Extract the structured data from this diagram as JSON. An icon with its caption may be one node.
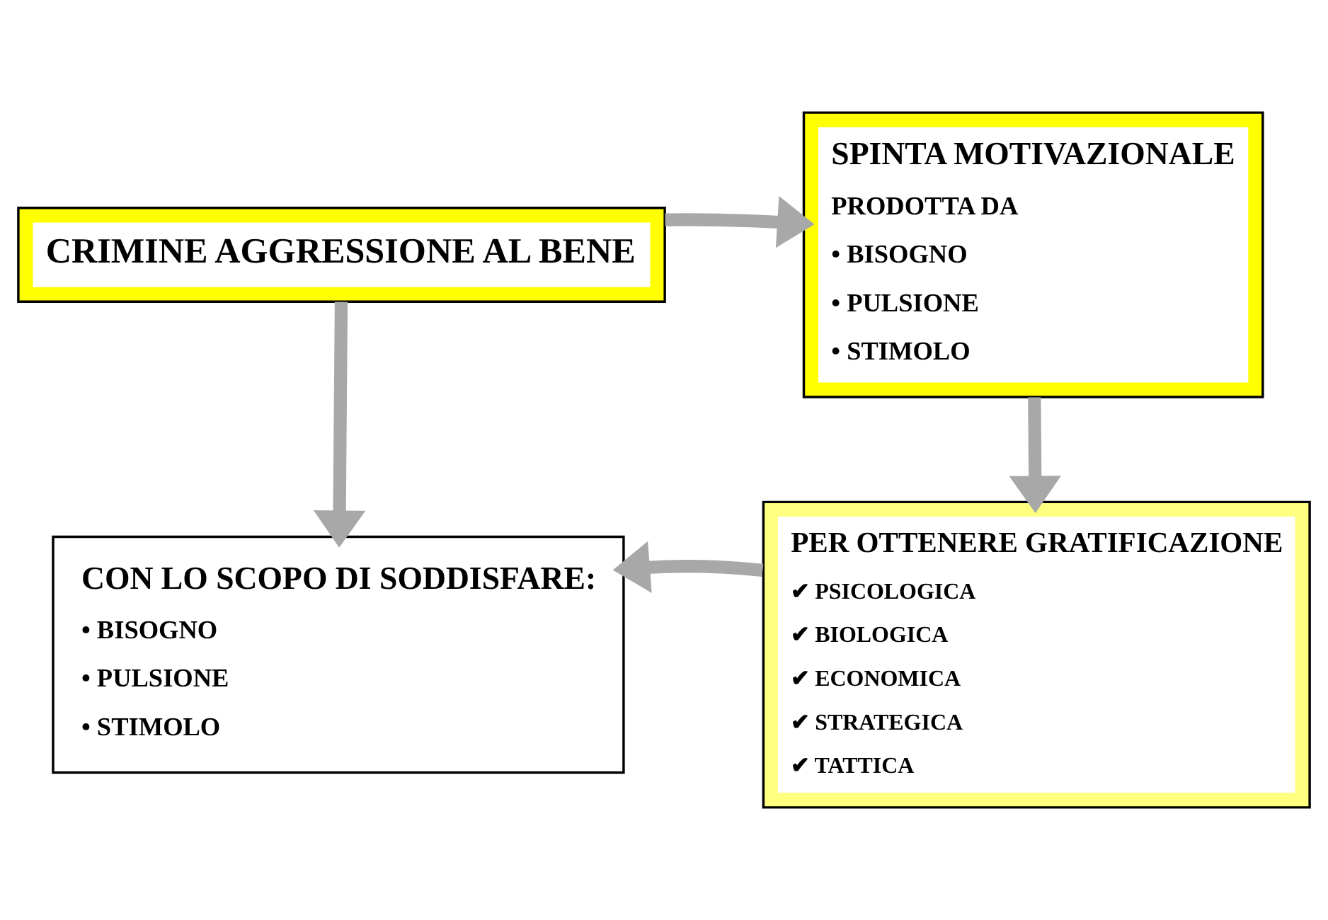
{
  "diagram": {
    "nodes": [
      {
        "text": [
          "CRIMINE AGGRESSIONE AL BENE"
        ]
      },
      {
        "text": [
          "SPINTA MOTIVAZIONALE",
          "PRODOTTA DA",
          "• BISOGNO",
          "• PULSIONE",
          "• STIMOLO"
        ]
      },
      {
        "text": [
          "CON LO SCOPO DI SODDISFARE:",
          "• BISOGNO",
          "• PULSIONE",
          "• STIMOLO"
        ]
      },
      {
        "text": [
          "PER OTTENERE GRATIFICAZIONE",
          "✔ PSICOLOGICA",
          "✔ BIOLOGICA",
          "✔ ECONOMICA",
          "✔ STRATEGICA",
          "✔ TATTICA"
        ]
      }
    ],
    "edges": [
      {
        "from": 0,
        "to": 1,
        "arrow": "to"
      },
      {
        "from": 0,
        "to": 2,
        "arrow": "to"
      },
      {
        "from": 1,
        "to": 3,
        "arrow": "to"
      },
      {
        "from": 3,
        "to": 2,
        "arrow": "to"
      }
    ]
  }
}
